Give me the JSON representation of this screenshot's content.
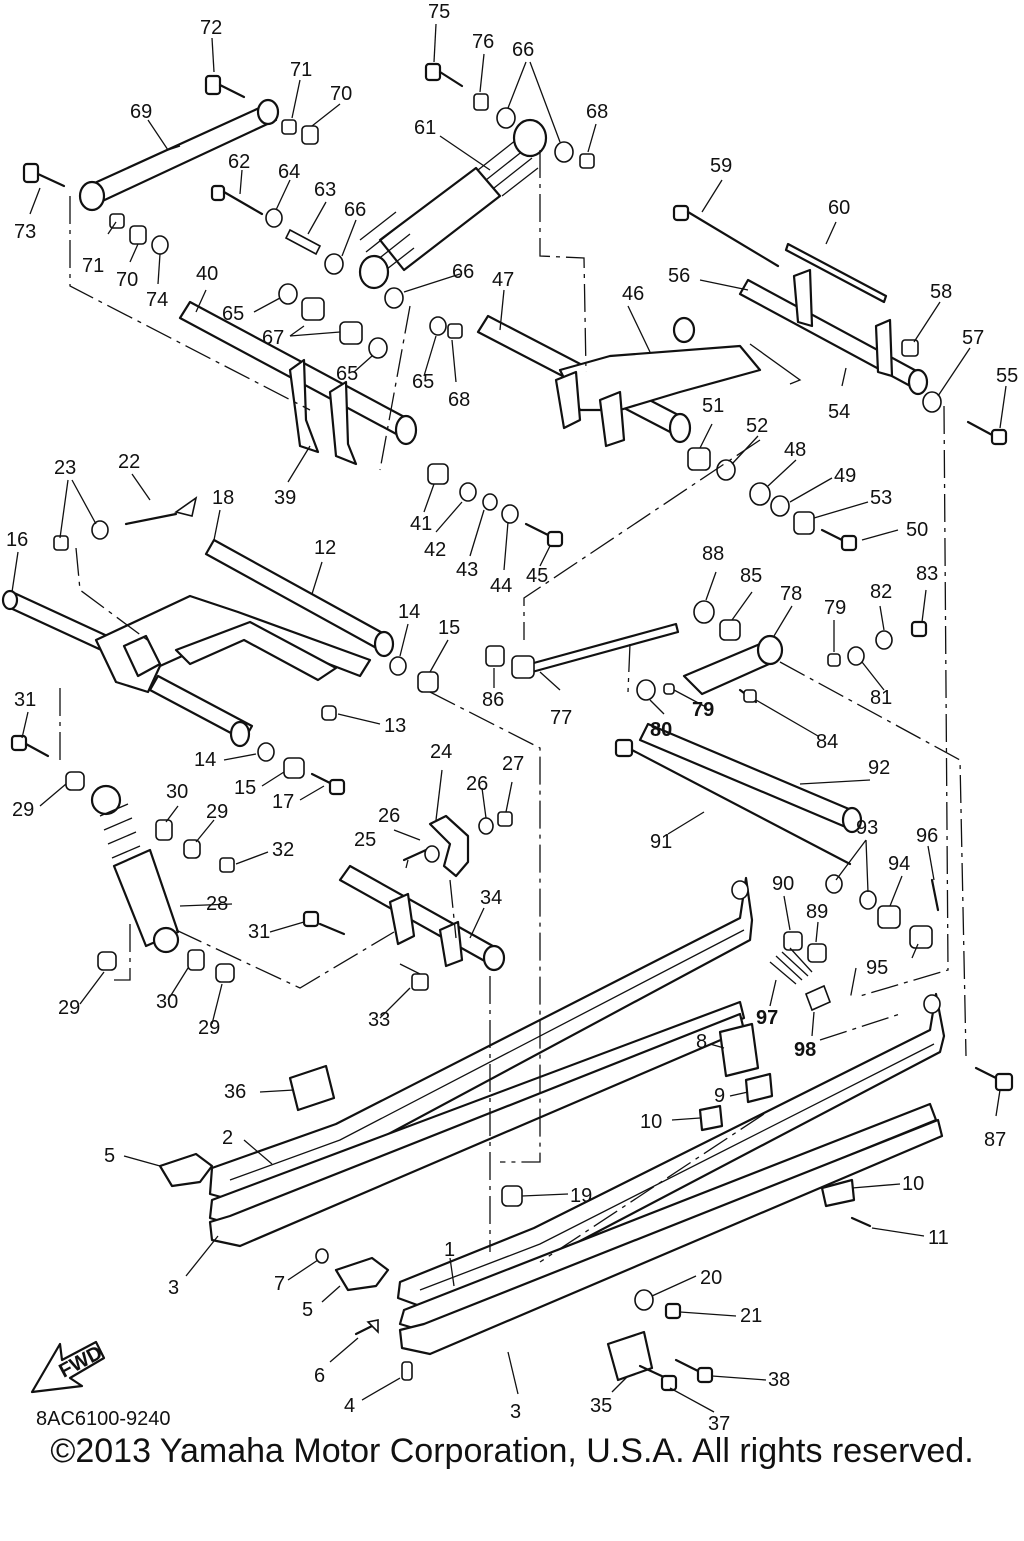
{
  "diagram": {
    "code": "8AC6100-9240",
    "copyright": "©2013 Yamaha Motor Corporation, U.S.A. All rights reserved.",
    "fwd_label": "FWD",
    "callouts": {
      "1": "1",
      "2": "2",
      "3": "3",
      "3b": "3",
      "4": "4",
      "5": "5",
      "5b": "5",
      "6": "6",
      "7": "7",
      "8": "8",
      "9": "9",
      "10": "10",
      "10b": "10",
      "11": "11",
      "12": "12",
      "13": "13",
      "14": "14",
      "14b": "14",
      "15": "15",
      "15b": "15",
      "16": "16",
      "17": "17",
      "18": "18",
      "19": "19",
      "20": "20",
      "21": "21",
      "22": "22",
      "23": "23",
      "24": "24",
      "25": "25",
      "26": "26",
      "26b": "26",
      "27": "27",
      "28": "28",
      "29": "29",
      "29b": "29",
      "29c": "29",
      "29d": "29",
      "30": "30",
      "30b": "30",
      "31": "31",
      "31b": "31",
      "32": "32",
      "33": "33",
      "34": "34",
      "35": "35",
      "36": "36",
      "37": "37",
      "38": "38",
      "39": "39",
      "40": "40",
      "41": "41",
      "42": "42",
      "43": "43",
      "44": "44",
      "45": "45",
      "46": "46",
      "47": "47",
      "48": "48",
      "49": "49",
      "50": "50",
      "51": "51",
      "52": "52",
      "53": "53",
      "54": "54",
      "55": "55",
      "56": "56",
      "57": "57",
      "58": "58",
      "59": "59",
      "60": "60",
      "61": "61",
      "62": "62",
      "63": "63",
      "64": "64",
      "65": "65",
      "65b": "65",
      "65c": "65",
      "66": "66",
      "66b": "66",
      "66c": "66",
      "67": "67",
      "68": "68",
      "68b": "68",
      "69": "69",
      "70": "70",
      "70b": "70",
      "71": "71",
      "71b": "71",
      "72": "72",
      "73": "73",
      "74": "74",
      "75": "75",
      "76": "76",
      "77": "77",
      "78": "78",
      "79": "79",
      "79b": "79",
      "80": "80",
      "81": "81",
      "82": "82",
      "83": "83",
      "84": "84",
      "85": "85",
      "86": "86",
      "87": "87",
      "88": "88",
      "89": "89",
      "90": "90",
      "91": "91",
      "92": "92",
      "93": "93",
      "94": "94",
      "95": "95",
      "96": "96",
      "97": "97",
      "98": "98"
    }
  }
}
